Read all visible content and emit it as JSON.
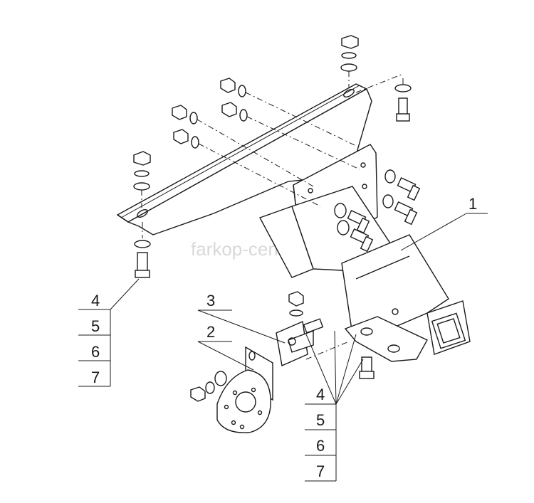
{
  "watermark": "farkop-center.ru",
  "callouts": {
    "main_frame": "1",
    "socket_bracket": "2",
    "mount_plate": "3"
  },
  "fastener_stack_left": [
    "4",
    "5",
    "6",
    "7"
  ],
  "fastener_stack_bottom": [
    "4",
    "5",
    "6",
    "7"
  ]
}
